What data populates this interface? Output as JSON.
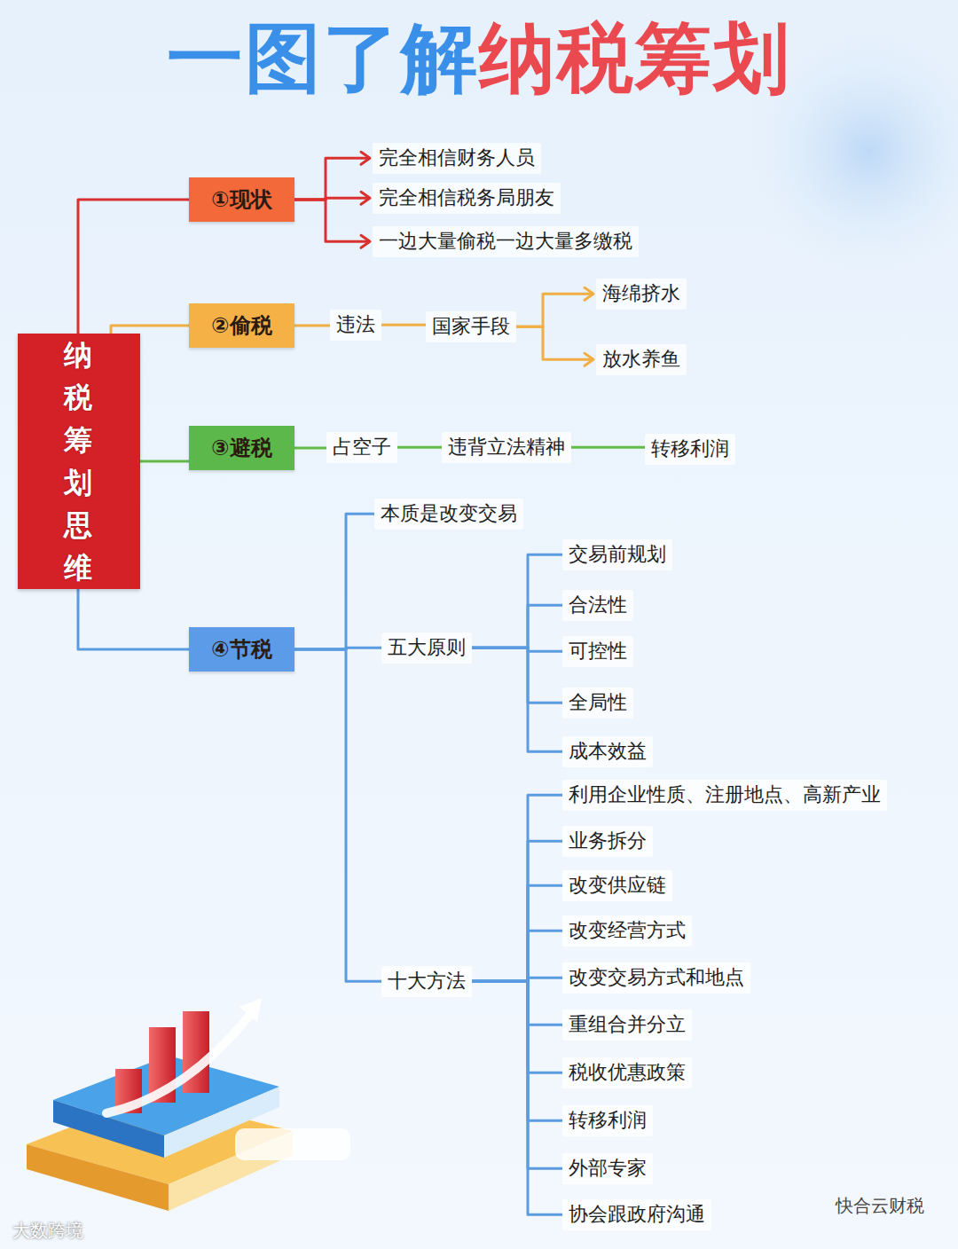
{
  "diagram": {
    "title": "一图了解纳税筹划",
    "nodes": [
      {
        "text": [
          "纳税筹划思维"
        ]
      },
      {
        "text": [
          "①现状"
        ]
      },
      {
        "text": [
          "完全相信财务人员"
        ]
      },
      {
        "text": [
          "完全相信税务局朋友"
        ]
      },
      {
        "text": [
          "一边大量偷税一边大量多缴税"
        ]
      },
      {
        "text": [
          "②偷税"
        ]
      },
      {
        "text": [
          "违法"
        ]
      },
      {
        "text": [
          "国家手段"
        ]
      },
      {
        "text": [
          "海绵挤水"
        ]
      },
      {
        "text": [
          "放水养鱼"
        ]
      },
      {
        "text": [
          "③避税"
        ]
      },
      {
        "text": [
          "占空子"
        ]
      },
      {
        "text": [
          "违背立法精神"
        ]
      },
      {
        "text": [
          "转移利润"
        ]
      },
      {
        "text": [
          "④节税"
        ]
      },
      {
        "text": [
          "本质是改变交易"
        ]
      },
      {
        "text": [
          "五大原则"
        ]
      },
      {
        "text": [
          "交易前规划"
        ]
      },
      {
        "text": [
          "合法性"
        ]
      },
      {
        "text": [
          "可控性"
        ]
      },
      {
        "text": [
          "全局性"
        ]
      },
      {
        "text": [
          "成本效益"
        ]
      },
      {
        "text": [
          "十大方法"
        ]
      },
      {
        "text": [
          "利用企业性质、注册地点、高新产业"
        ]
      },
      {
        "text": [
          "业务拆分"
        ]
      },
      {
        "text": [
          "改变供应链"
        ]
      },
      {
        "text": [
          "改变经营方式"
        ]
      },
      {
        "text": [
          "改变交易方式和地点"
        ]
      },
      {
        "text": [
          "重组合并分立"
        ]
      },
      {
        "text": [
          "税收优惠政策"
        ]
      },
      {
        "text": [
          "转移利润"
        ]
      },
      {
        "text": [
          "外部专家"
        ]
      },
      {
        "text": [
          "协会跟政府沟通"
        ]
      }
    ],
    "edges": [
      {
        "from": 0,
        "to": 1,
        "arrow": "none"
      },
      {
        "from": 0,
        "to": 5,
        "arrow": "none"
      },
      {
        "from": 0,
        "to": 10,
        "arrow": "none"
      },
      {
        "from": 0,
        "to": 14,
        "arrow": "none"
      },
      {
        "from": 1,
        "to": 2,
        "arrow": "to"
      },
      {
        "from": 1,
        "to": 3,
        "arrow": "to"
      },
      {
        "from": 1,
        "to": 4,
        "arrow": "to"
      },
      {
        "from": 5,
        "to": 6,
        "arrow": "none"
      },
      {
        "from": 6,
        "to": 7,
        "arrow": "none"
      },
      {
        "from": 7,
        "to": 8,
        "arrow": "to"
      },
      {
        "from": 7,
        "to": 9,
        "arrow": "to"
      },
      {
        "from": 10,
        "to": 11,
        "arrow": "none"
      },
      {
        "from": 11,
        "to": 12,
        "arrow": "none"
      },
      {
        "from": 12,
        "to": 13,
        "arrow": "none"
      },
      {
        "from": 14,
        "to": 15,
        "arrow": "none"
      },
      {
        "from": 14,
        "to": 16,
        "arrow": "none"
      },
      {
        "from": 14,
        "to": 22,
        "arrow": "none"
      },
      {
        "from": 16,
        "to": 17,
        "arrow": "none"
      },
      {
        "from": 16,
        "to": 18,
        "arrow": "none"
      },
      {
        "from": 16,
        "to": 19,
        "arrow": "none"
      },
      {
        "from": 16,
        "to": 20,
        "arrow": "none"
      },
      {
        "from": 16,
        "to": 21,
        "arrow": "none"
      },
      {
        "from": 22,
        "to": 23,
        "arrow": "none"
      },
      {
        "from": 22,
        "to": 24,
        "arrow": "none"
      },
      {
        "from": 22,
        "to": 25,
        "arrow": "none"
      },
      {
        "from": 22,
        "to": 26,
        "arrow": "none"
      },
      {
        "from": 22,
        "to": 27,
        "arrow": "none"
      },
      {
        "from": 22,
        "to": 28,
        "arrow": "none"
      },
      {
        "from": 22,
        "to": 29,
        "arrow": "none"
      },
      {
        "from": 22,
        "to": 30,
        "arrow": "none"
      },
      {
        "from": 22,
        "to": 31,
        "arrow": "none"
      },
      {
        "from": 22,
        "to": 32,
        "arrow": "none"
      }
    ],
    "labels": [
      "大数跨境",
      "快合云财税"
    ]
  }
}
